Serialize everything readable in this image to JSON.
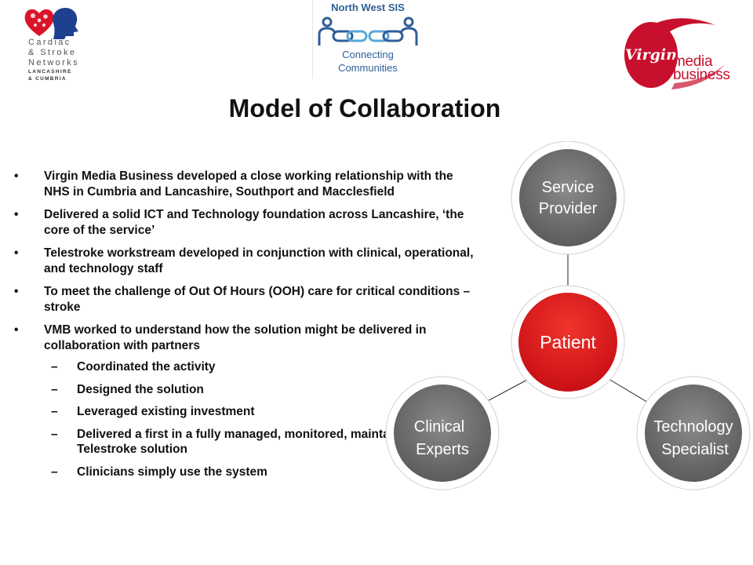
{
  "logos": {
    "cardiac_stroke": {
      "lines": [
        "Cardiac",
        "& Stroke",
        "Networks"
      ],
      "sub_lines": [
        "LANCASHIRE",
        "& CUMBRIA"
      ]
    },
    "north_west_sis": {
      "title": "North West SIS",
      "tagline_1": "Connecting",
      "tagline_2": "Communities"
    },
    "virgin_media_business": {
      "brand": "Virgin",
      "line_1": "media",
      "line_2": "business"
    }
  },
  "slide": {
    "title": "Model of Collaboration"
  },
  "bullets": [
    {
      "marker": "•",
      "level": 1,
      "text": "Virgin Media Business developed a close working relationship with the NHS in Cumbria and Lancashire, Southport and Macclesfield"
    },
    {
      "marker": "•",
      "level": 1,
      "text": "Delivered a solid ICT and Technology foundation across Lancashire, ‘the core of the service’"
    },
    {
      "marker": "•",
      "level": 1,
      "text": "Telestroke workstream developed in conjunction with clinical, operational, and technology staff"
    },
    {
      "marker": "•",
      "level": 1,
      "text": "To meet the challenge of Out Of Hours (OOH) care for critical conditions – stroke"
    },
    {
      "marker": "•",
      "level": 1,
      "text": "VMB worked to understand how the solution might be delivered in collaboration with partners"
    },
    {
      "marker": "–",
      "level": 2,
      "text": "Coordinated the activity"
    },
    {
      "marker": "–",
      "level": 2,
      "text": "Designed the solution"
    },
    {
      "marker": "–",
      "level": 2,
      "text": "Leveraged existing investment"
    },
    {
      "marker": "–",
      "level": 2,
      "text": "Delivered a first in a fully managed, monitored, maintained Telestroke solution"
    },
    {
      "marker": "–",
      "level": 2,
      "text": "Clinicians simply use the system"
    }
  ],
  "diagram": {
    "center": {
      "label": "Patient",
      "color": "#d9141b"
    },
    "nodes": [
      {
        "id": "service-provider",
        "line1": "Service",
        "line2": "Provider",
        "color": "#6e6e6e"
      },
      {
        "id": "clinical-experts",
        "line1": "Clinical",
        "line2": "Experts",
        "color": "#6e6e6e"
      },
      {
        "id": "technology-specialist",
        "line1": "Technology",
        "line2": "Specialist",
        "color": "#6e6e6e"
      }
    ]
  },
  "colors": {
    "accent_red": "#d9141b",
    "node_grey": "#6e6e6e",
    "nw_blue": "#2f5f98",
    "virgin_red": "#c8102e"
  }
}
